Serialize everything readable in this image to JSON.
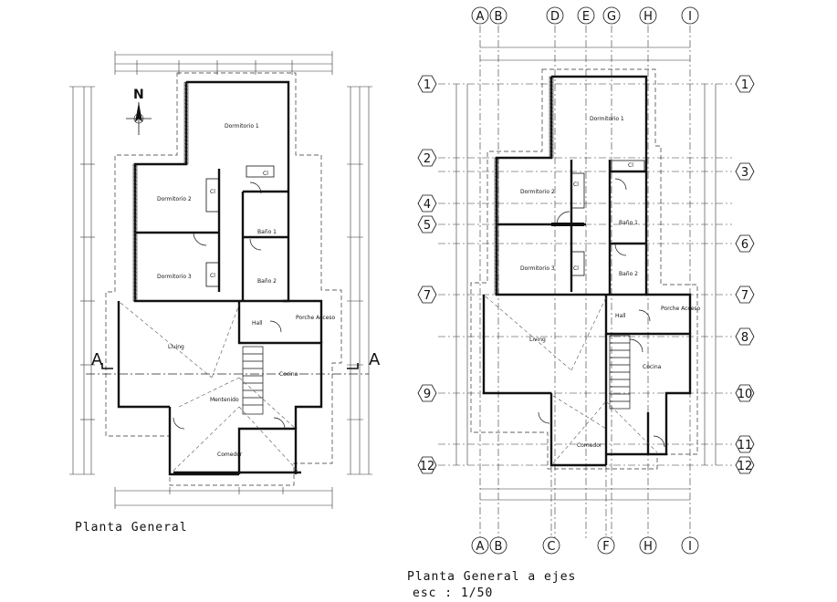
{
  "left_plan": {
    "title": "Planta General",
    "section_label": "A",
    "north_label": "N",
    "rooms": [
      "Dormitorio 1",
      "Cl",
      "Dormitorio 2",
      "Cl",
      "Baño 1",
      "Dormitorio 3",
      "Cl",
      "Baño 2",
      "Hall",
      "Porche Acceso",
      "Living",
      "Cocina",
      "Mentenido",
      "Comedor"
    ]
  },
  "right_plan": {
    "title": "Planta General a ejes",
    "scale": "esc : 1/50",
    "rooms": [
      "Dormitorio 1",
      "Cl",
      "Dormitorio 2",
      "Cl",
      "Baño 1",
      "Dormitorio 3",
      "Cl",
      "Baño 2",
      "Hall",
      "Porche Acceso",
      "Living",
      "Cocina",
      "Comedor"
    ],
    "axes_top": [
      "A",
      "B",
      "D",
      "E",
      "G",
      "H",
      "I"
    ],
    "axes_bottom": [
      "A",
      "B",
      "C",
      "F",
      "H",
      "I"
    ],
    "axes_left": [
      "1",
      "2",
      "4",
      "5",
      "7",
      "9",
      "12"
    ],
    "axes_right": [
      "1",
      "3",
      "6",
      "7",
      "8",
      "10",
      "11",
      "12"
    ]
  }
}
